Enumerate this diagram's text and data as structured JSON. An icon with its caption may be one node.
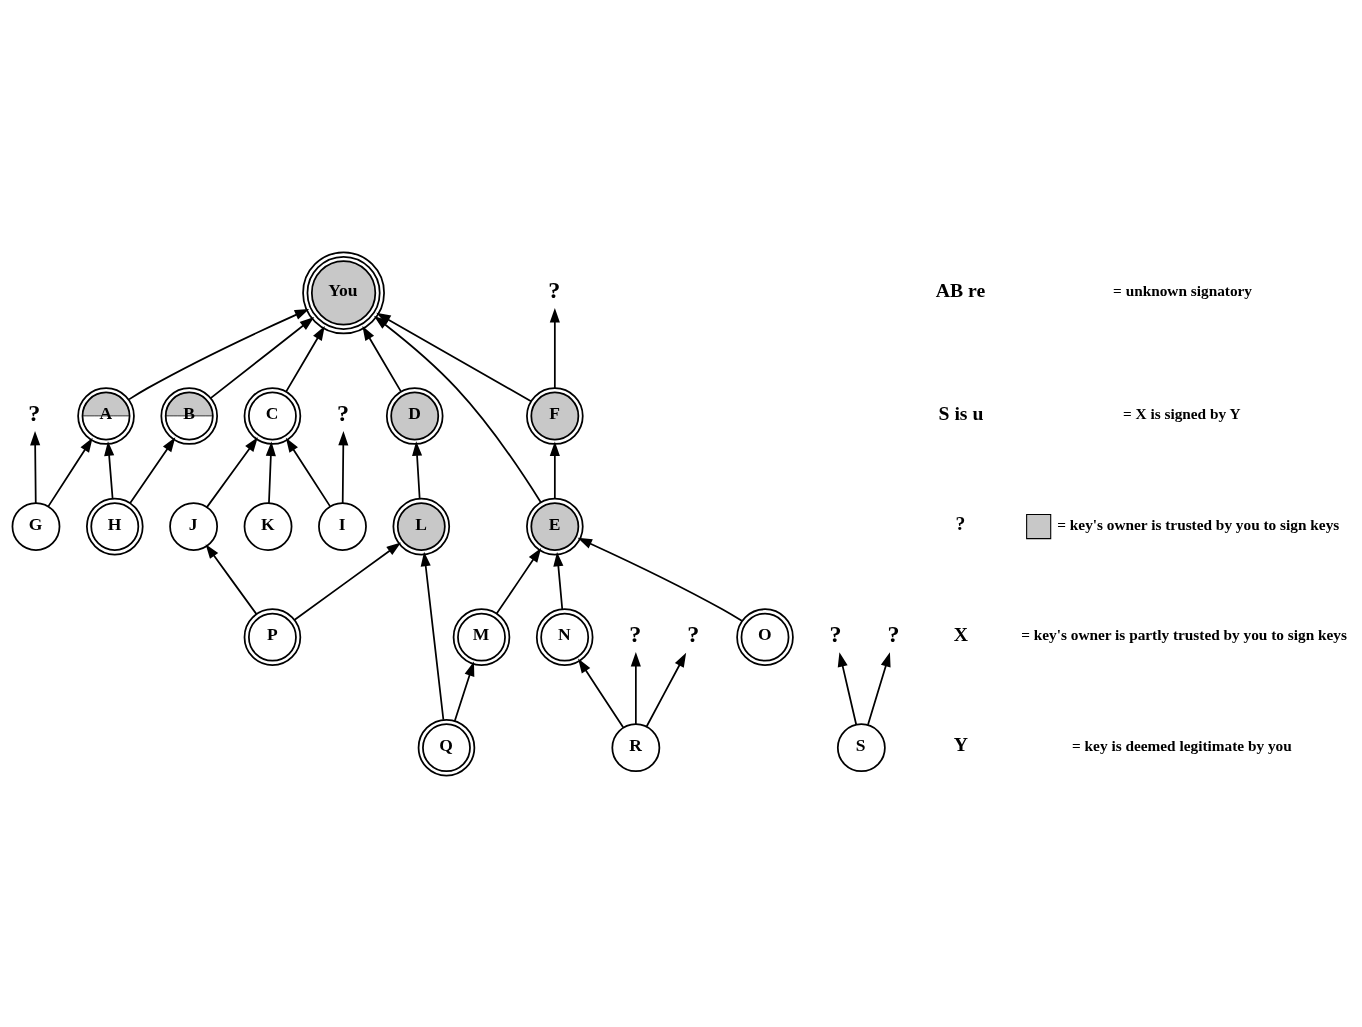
{
  "diagram": {
    "nodes": [
      {
        "text": [
          "You"
        ]
      },
      {
        "text": [
          "A"
        ]
      },
      {
        "text": [
          "B"
        ]
      },
      {
        "text": [
          "C"
        ]
      },
      {
        "text": [
          "D"
        ]
      },
      {
        "text": [
          "E"
        ]
      },
      {
        "text": [
          "F"
        ]
      },
      {
        "text": [
          "G"
        ]
      },
      {
        "text": [
          "H"
        ]
      },
      {
        "text": [
          "I"
        ]
      },
      {
        "text": [
          "J"
        ]
      },
      {
        "text": [
          "K"
        ]
      },
      {
        "text": [
          "L"
        ]
      },
      {
        "text": [
          "M"
        ]
      },
      {
        "text": [
          "N"
        ]
      },
      {
        "text": [
          "O"
        ]
      },
      {
        "text": [
          "P"
        ]
      },
      {
        "text": [
          "Q"
        ]
      },
      {
        "text": [
          "R"
        ]
      },
      {
        "text": [
          "S"
        ]
      },
      {
        "text": [
          "?"
        ]
      },
      {
        "text": [
          "?"
        ]
      },
      {
        "text": [
          "?"
        ]
      },
      {
        "text": [
          "?"
        ]
      },
      {
        "text": [
          "?"
        ]
      },
      {
        "text": [
          "?"
        ]
      },
      {
        "text": [
          "?"
        ]
      }
    ],
    "edges": [
      {
        "from": 1,
        "to": 0,
        "arrow": "to"
      },
      {
        "from": 2,
        "to": 0,
        "arrow": "to"
      },
      {
        "from": 3,
        "to": 0,
        "arrow": "to"
      },
      {
        "from": 4,
        "to": 0,
        "arrow": "to"
      },
      {
        "from": 5,
        "to": 0,
        "arrow": "to"
      },
      {
        "from": 6,
        "to": 0,
        "arrow": "to"
      },
      {
        "from": 5,
        "to": 6,
        "arrow": "to"
      },
      {
        "from": 6,
        "to": 20,
        "arrow": "to"
      },
      {
        "from": 7,
        "to": 21,
        "arrow": "to"
      },
      {
        "from": 7,
        "to": 1,
        "arrow": "to"
      },
      {
        "from": 8,
        "to": 1,
        "arrow": "to"
      },
      {
        "from": 8,
        "to": 2,
        "arrow": "to"
      },
      {
        "from": 9,
        "to": 22,
        "arrow": "to"
      },
      {
        "from": 9,
        "to": 3,
        "arrow": "to"
      },
      {
        "from": 10,
        "to": 3,
        "arrow": "to"
      },
      {
        "from": 11,
        "to": 3,
        "arrow": "to"
      },
      {
        "from": 12,
        "to": 4,
        "arrow": "to"
      },
      {
        "from": 13,
        "to": 5,
        "arrow": "to"
      },
      {
        "from": 14,
        "to": 5,
        "arrow": "to"
      },
      {
        "from": 15,
        "to": 5,
        "arrow": "to"
      },
      {
        "from": 16,
        "to": 10,
        "arrow": "to"
      },
      {
        "from": 16,
        "to": 12,
        "arrow": "to"
      },
      {
        "from": 17,
        "to": 12,
        "arrow": "to"
      },
      {
        "from": 17,
        "to": 13,
        "arrow": "to"
      },
      {
        "from": 18,
        "to": 14,
        "arrow": "to"
      },
      {
        "from": 18,
        "to": 23,
        "arrow": "to"
      },
      {
        "from": 18,
        "to": 24,
        "arrow": "to"
      },
      {
        "from": 19,
        "to": 25,
        "arrow": "to"
      },
      {
        "from": 19,
        "to": 26,
        "arrow": "to"
      }
    ],
    "labels": [
      "AB re",
      "S is u",
      "?",
      "X",
      "Y"
    ],
    "legend": [
      {
        "text": "= unknown signatory"
      },
      {
        "text": "= X is signed by Y"
      },
      {
        "text": "= key's owner is trusted by you to sign keys",
        "color": "#c8c8c8"
      },
      {
        "text": "= key's owner is partly trusted by you to sign keys"
      },
      {
        "text": "= key is deemed legitimate by you"
      }
    ]
  }
}
